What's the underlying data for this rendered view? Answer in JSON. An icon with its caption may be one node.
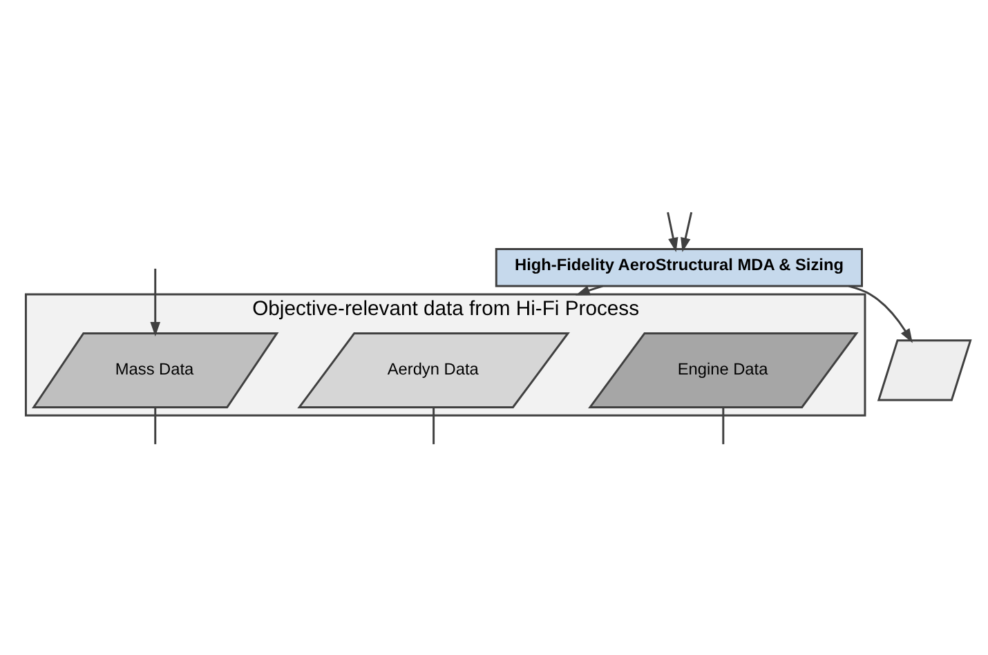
{
  "diagram": {
    "nodes": [
      {
        "text": [
          "High-Fidelity AeroStructural MDA & Sizing"
        ]
      },
      {
        "text": [],
        "shape": "parallelogram"
      },
      {
        "text": [
          "Objective-relevant data from Hi-Fi Process"
        ]
      },
      {
        "text": [
          "Aerdyn Data"
        ],
        "in": 2
      },
      {
        "text": [
          "Mass Data"
        ],
        "in": 2
      },
      {
        "text": [
          "Engine Data"
        ],
        "in": 2
      }
    ],
    "edges": [
      {
        "from": null,
        "to": 0,
        "arrow": "to"
      },
      {
        "from": null,
        "to": 0,
        "arrow": "to"
      },
      {
        "from": 0,
        "to": 1,
        "arrow": "to"
      },
      {
        "from": 0,
        "to": 2,
        "arrow": "to"
      },
      {
        "from": null,
        "to": 4,
        "arrow": "to"
      },
      {
        "from": 3,
        "to": null,
        "arrow": "none"
      },
      {
        "from": 4,
        "to": null,
        "arrow": "none"
      },
      {
        "from": 5,
        "to": null,
        "arrow": "none"
      }
    ]
  }
}
